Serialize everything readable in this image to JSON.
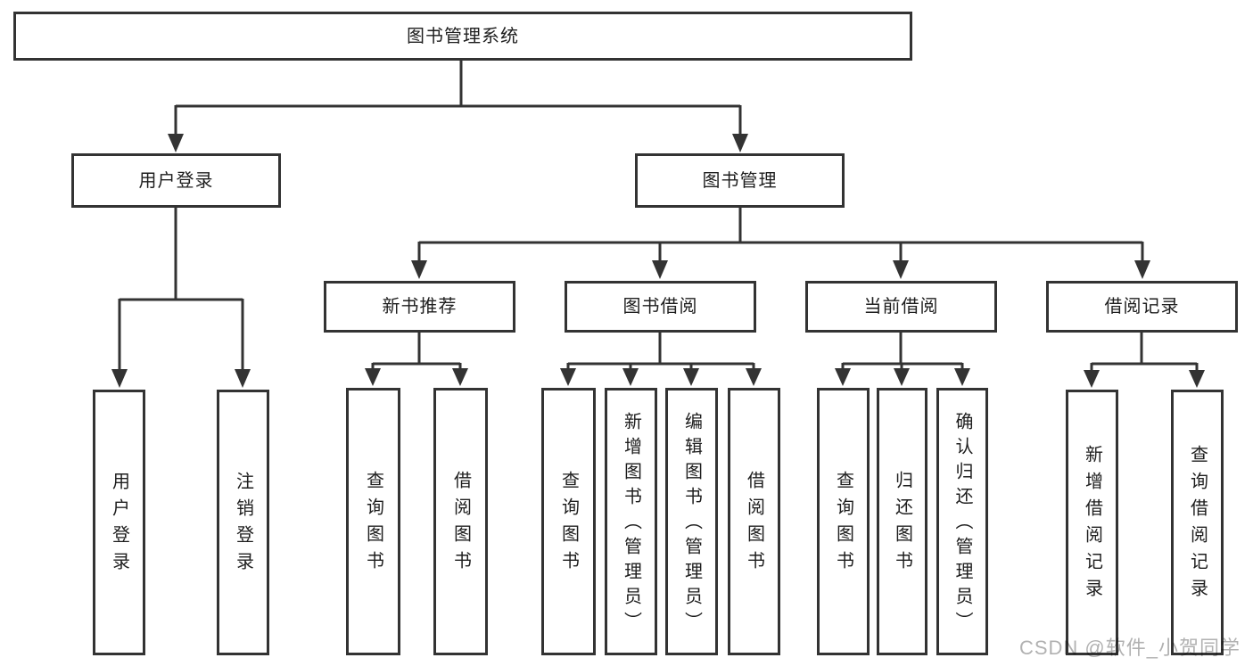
{
  "diagram": {
    "type": "org-tree",
    "title": "图书管理系统",
    "nodes": {
      "root": "图书管理系统",
      "userLoginGroup": "用户登录",
      "bookMgmt": "图书管理",
      "userLogin": "用户登录",
      "logout": "注销登录",
      "newBookRec": "新书推荐",
      "bookBorrow": "图书借阅",
      "currentBorrow": "当前借阅",
      "borrowRecords": "借阅记录",
      "nbQuery": "查询图书",
      "nbBorrow": "借阅图书",
      "bbQuery": "查询图书",
      "bbAdd": "新增图书（管理员）",
      "bbEdit": "编辑图书（管理员）",
      "bbBorrow": "借阅图书",
      "cbQuery": "查询图书",
      "cbReturn": "归还图书",
      "cbConfirm": "确认归还（管理员）",
      "brAdd": "新增借阅记录",
      "brQuery": "查询借阅记录"
    },
    "hierarchy": {
      "图书管理系统": {
        "用户登录": [
          "用户登录",
          "注销登录"
        ],
        "图书管理": {
          "新书推荐": [
            "查询图书",
            "借阅图书"
          ],
          "图书借阅": [
            "查询图书",
            "新增图书（管理员）",
            "编辑图书（管理员）",
            "借阅图书"
          ],
          "当前借阅": [
            "查询图书",
            "归还图书",
            "确认归还（管理员）"
          ],
          "借阅记录": [
            "新增借阅记录",
            "查询借阅记录"
          ]
        }
      }
    },
    "colors": {
      "line": "#333333",
      "box_border": "#333333",
      "box_fill": "#ffffff",
      "text": "#1e1e1e",
      "watermark": "#9e9e9e",
      "background": "#ffffff"
    }
  },
  "watermark": "CSDN @软件_小贺同学"
}
